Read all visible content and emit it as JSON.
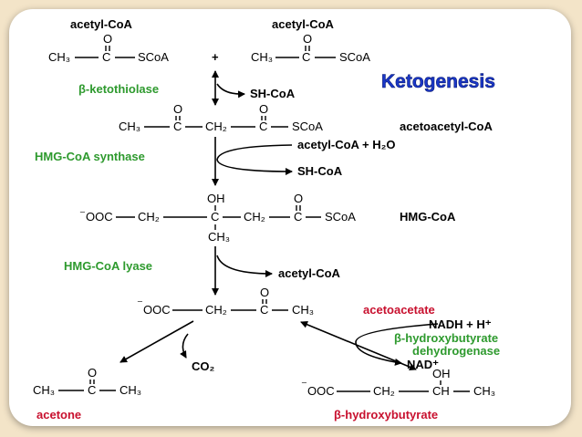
{
  "title": "Ketogenesis",
  "reactants": {
    "acetyl_coa_1": "acetyl-CoA",
    "acetyl_coa_2": "acetyl-CoA",
    "plus": "+"
  },
  "enzymes": {
    "thiolase": "β-ketothiolase",
    "hmg_synthase": "HMG-CoA synthase",
    "hmg_lyase": "HMG-CoA lyase",
    "bhb_dehydrogenase_line1": "β-hydroxybutyrate",
    "bhb_dehydrogenase_line2": "dehydrogenase"
  },
  "side_products": {
    "sh_coa_1": "SH-CoA",
    "acetyl_coa_water": "acetyl-CoA + H₂O",
    "sh_coa_2": "SH-CoA",
    "acetyl_coa_out": "acetyl-CoA",
    "co2": "CO₂",
    "nadh": "NADH + H⁺",
    "nad": "NAD⁺"
  },
  "compounds": {
    "acetoacetyl_coa": "acetoacetyl-CoA",
    "hmg_coa": "HMG-CoA",
    "acetoacetate": "acetoacetate",
    "acetone": "acetone",
    "beta_hydroxybutyrate": "β-hydroxybutyrate"
  },
  "formulas": {
    "acetyl_coa": {
      "ch3": "CH₃",
      "c": "C",
      "o": "O",
      "scoa": "SCoA"
    },
    "acetoacetyl_coa": {
      "ch3": "CH₃",
      "c1": "C",
      "ch2": "CH₂",
      "c2": "C",
      "o1": "O",
      "o2": "O",
      "scoa": "SCoA"
    },
    "hmg_coa": {
      "charge": "⁻",
      "ooc": "OOC",
      "ch2a": "CH₂",
      "c": "C",
      "ch2b": "CH₂",
      "c2": "C",
      "scoa": "SCoA",
      "oh": "OH",
      "ch3": "CH₃",
      "o": "O"
    },
    "acetoacetate": {
      "charge": "⁻",
      "ooc": "OOC",
      "ch2": "CH₂",
      "c": "C",
      "ch3": "CH₃",
      "o": "O"
    },
    "acetone": {
      "ch3a": "CH₃",
      "c": "C",
      "ch3b": "CH₃",
      "o": "O"
    },
    "bhb": {
      "charge": "⁻",
      "ooc": "OOC",
      "ch2": "CH₂",
      "ch": "CH",
      "ch3": "CH₃",
      "oh": "OH"
    }
  },
  "colors": {
    "enzyme": "#2e9a2e",
    "compound_red": "#c8102e",
    "title": "#1a37c8",
    "frame": "#f3e4c8"
  }
}
